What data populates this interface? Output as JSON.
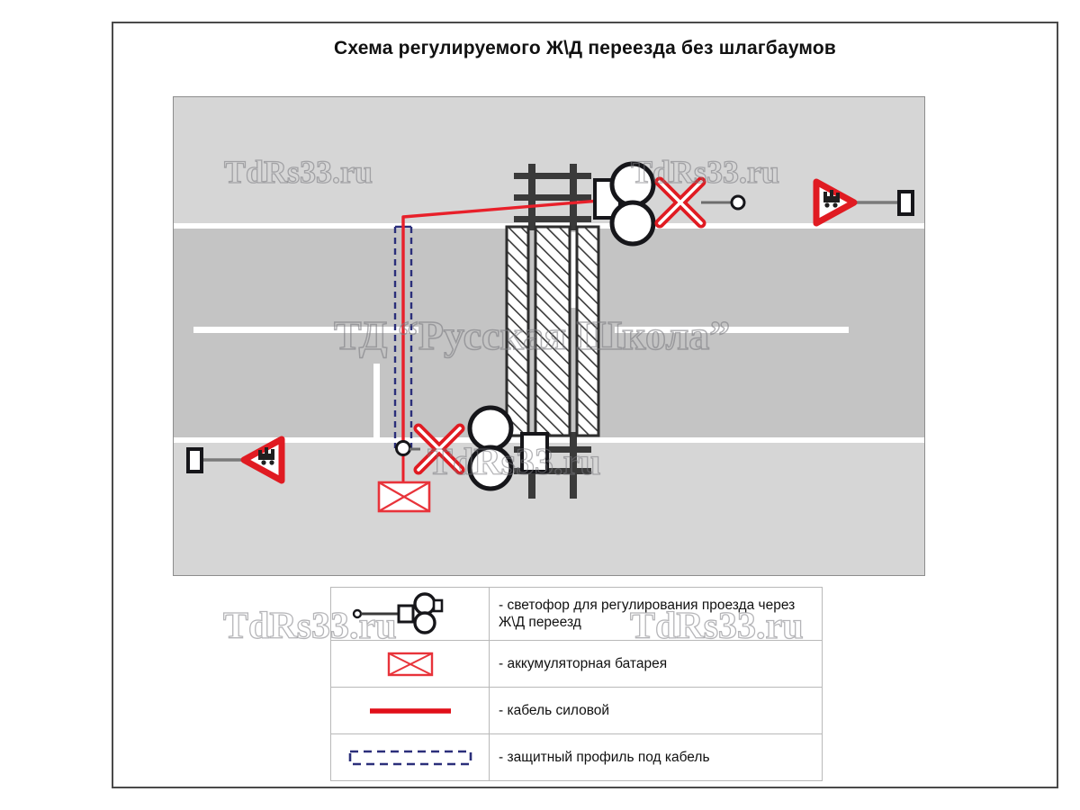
{
  "document": {
    "title": "Схема регулируемого Ж\\Д переезда без шлагбаумов"
  },
  "watermarks": {
    "site": "TdRs33.ru",
    "brand": "ТД “Русская Школа”"
  },
  "colors": {
    "frame_border": "#4a4a4a",
    "scene_shoulder": "#d6d6d6",
    "scene_road": "#c4c4c4",
    "road_marking": "#ffffff",
    "cable_red": "#e8202a",
    "conduit_blue": "#2b2f7a",
    "sign_red": "#e01b22",
    "signal_black": "#1a1a1a",
    "battery_red": "#e8333a",
    "legend_border": "#b9b9b9"
  },
  "scene": {
    "elements": [
      {
        "name": "upper-shoulder",
        "type": "shoulder-band"
      },
      {
        "name": "carriageway",
        "type": "road-surface"
      },
      {
        "name": "lower-shoulder",
        "type": "shoulder-band"
      },
      {
        "name": "center-line-left",
        "type": "road-marking-dash"
      },
      {
        "name": "center-line-right",
        "type": "road-marking-dash"
      },
      {
        "name": "stop-line-left",
        "type": "road-marking-stop"
      },
      {
        "name": "stop-line-right",
        "type": "road-marking-stop"
      },
      {
        "name": "railway-track",
        "type": "railway"
      },
      {
        "name": "crossing-deck",
        "type": "crossing-deck"
      },
      {
        "name": "traffic-signal-upper",
        "type": "railway-signal"
      },
      {
        "name": "traffic-signal-lower",
        "type": "railway-signal"
      },
      {
        "name": "st-andrews-cross-upper",
        "type": "x-sign"
      },
      {
        "name": "st-andrews-cross-lower",
        "type": "x-sign"
      },
      {
        "name": "warning-sign-right",
        "type": "triangle-sign"
      },
      {
        "name": "warning-sign-left",
        "type": "triangle-sign"
      },
      {
        "name": "post-right",
        "type": "post"
      },
      {
        "name": "post-left",
        "type": "post"
      },
      {
        "name": "power-cable",
        "type": "cable"
      },
      {
        "name": "protective-conduit",
        "type": "conduit"
      },
      {
        "name": "battery",
        "type": "battery"
      }
    ]
  },
  "legend": {
    "rows": [
      {
        "symbol": "railway-signal-icon",
        "label": "- светофор для регулирования проезда через Ж\\Д переезд"
      },
      {
        "symbol": "battery-icon",
        "label": "- аккумуляторная батарея"
      },
      {
        "symbol": "power-cable-icon",
        "label": "- кабель силовой"
      },
      {
        "symbol": "protective-conduit-icon",
        "label": "- защитный профиль под кабель"
      }
    ]
  }
}
